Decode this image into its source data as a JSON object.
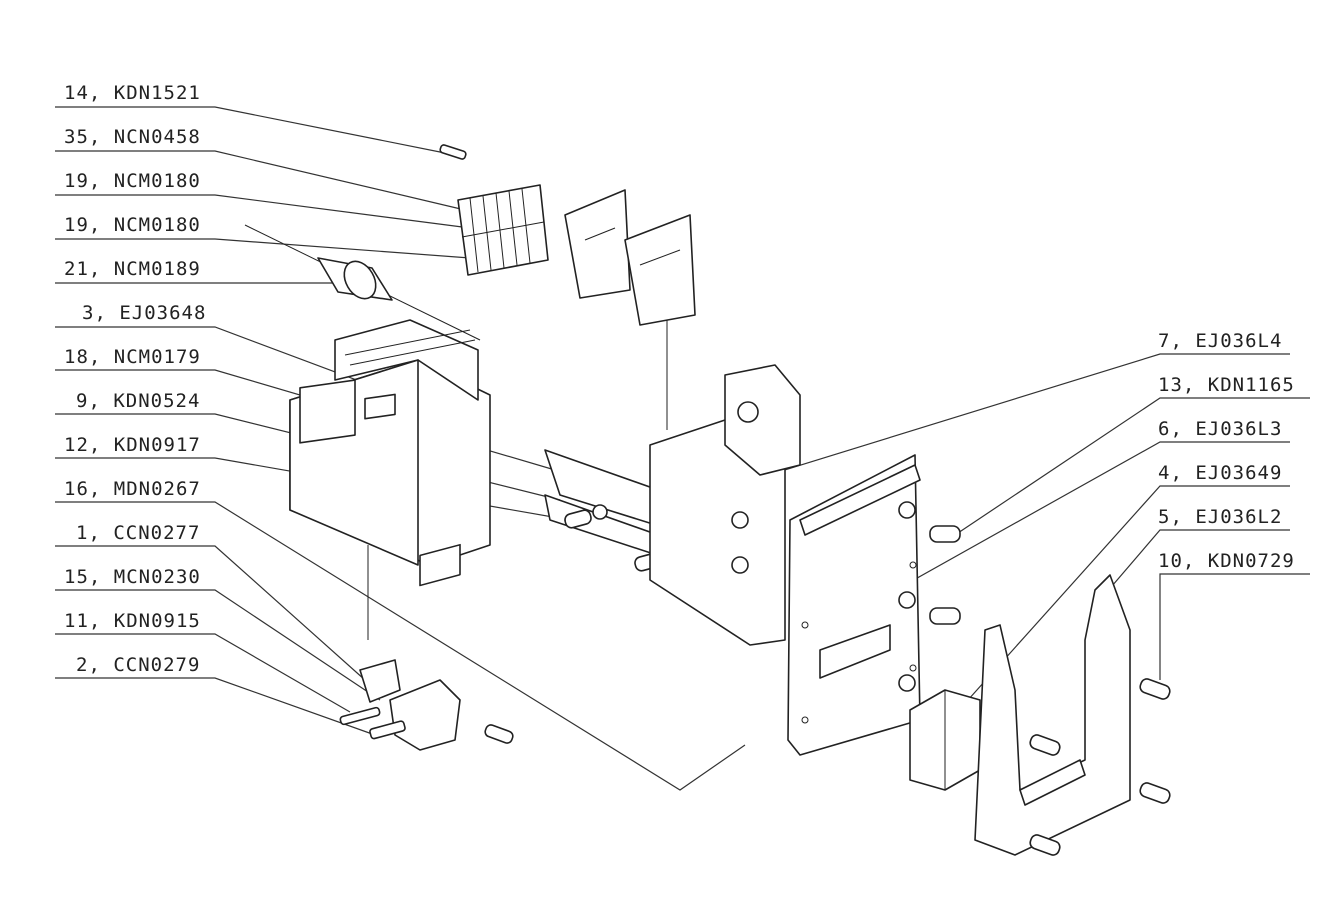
{
  "callouts_left": [
    {
      "label": "14, KDN1521"
    },
    {
      "label": "35, NCN0458"
    },
    {
      "label": "19, NCM0180"
    },
    {
      "label": "19, NCM0180"
    },
    {
      "label": "21, NCM0189"
    },
    {
      "label": "3, EJ03648"
    },
    {
      "label": "18, NCM0179"
    },
    {
      "label": "9, KDN0524"
    },
    {
      "label": "12, KDN0917"
    },
    {
      "label": "16, MDN0267"
    },
    {
      "label": "1, CCN0277"
    },
    {
      "label": "15, MCN0230"
    },
    {
      "label": "11, KDN0915"
    },
    {
      "label": "2, CCN0279"
    }
  ],
  "callouts_right": [
    {
      "label": "7, EJ036L4"
    },
    {
      "label": "13, KDN1165"
    },
    {
      "label": "6, EJ036L3"
    },
    {
      "label": "4, EJ03649"
    },
    {
      "label": "5, EJ036L2"
    },
    {
      "label": "10, KDN0729"
    }
  ],
  "colors": {
    "line": "#333333",
    "background": "#ffffff"
  }
}
